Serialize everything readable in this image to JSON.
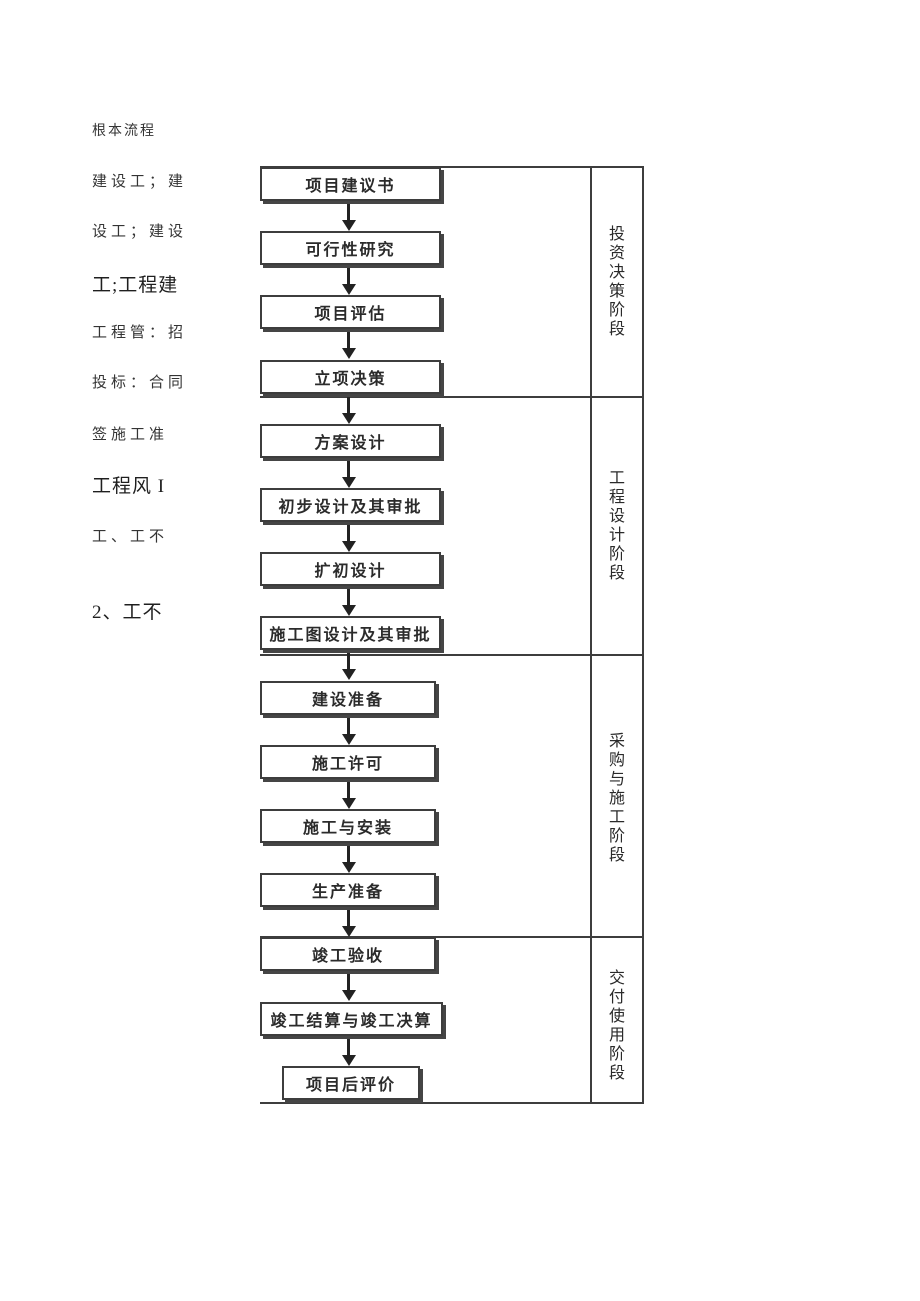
{
  "document": {
    "left_margin_notes": [
      "根本流程",
      "建设工；建",
      "设工；建设",
      "工;工程建",
      "工程管：招",
      "投标：合同",
      "签施工准",
      "工程风 I",
      "工、工不",
      "2、工不"
    ]
  },
  "flowchart": {
    "steps": [
      "项目建议书",
      "可行性研究",
      "项目评估",
      "立项决策",
      "方案设计",
      "初步设计及其审批",
      "扩初设计",
      "施工图设计及其审批",
      "建设准备",
      "施工许可",
      "施工与安装",
      "生产准备",
      "竣工验收",
      "竣工结算与竣工决算",
      "项目后评价"
    ],
    "stages": [
      "投资决策阶段",
      "工程设计阶段",
      "采购与施工阶段",
      "交付使用阶段"
    ],
    "colors": {
      "line": "#3d3d3d",
      "shadow": "#454545",
      "box_fill": "#ffffff",
      "text": "#2b2b2b",
      "background": "#ffffff"
    }
  }
}
